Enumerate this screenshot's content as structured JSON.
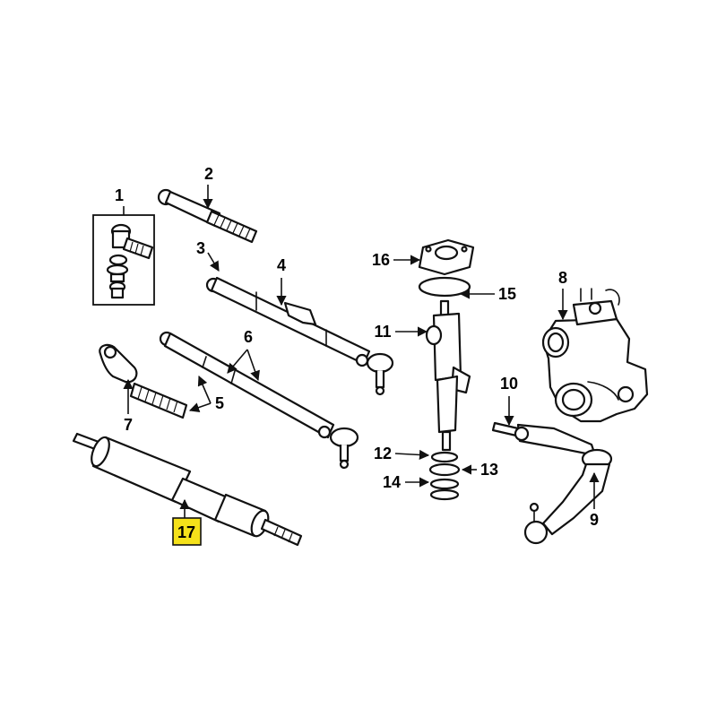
{
  "diagram": {
    "highlight_color": "#f5e11a",
    "ink_color": "#111111",
    "callouts": {
      "c1": "1",
      "c2": "2",
      "c3": "3",
      "c4": "4",
      "c5": "5",
      "c6": "6",
      "c7": "7",
      "c8": "8",
      "c9": "9",
      "c10": "10",
      "c11": "11",
      "c12": "12",
      "c13": "13",
      "c14": "14",
      "c15": "15",
      "c16": "16",
      "c17": "17"
    },
    "highlighted_callout": "17"
  }
}
